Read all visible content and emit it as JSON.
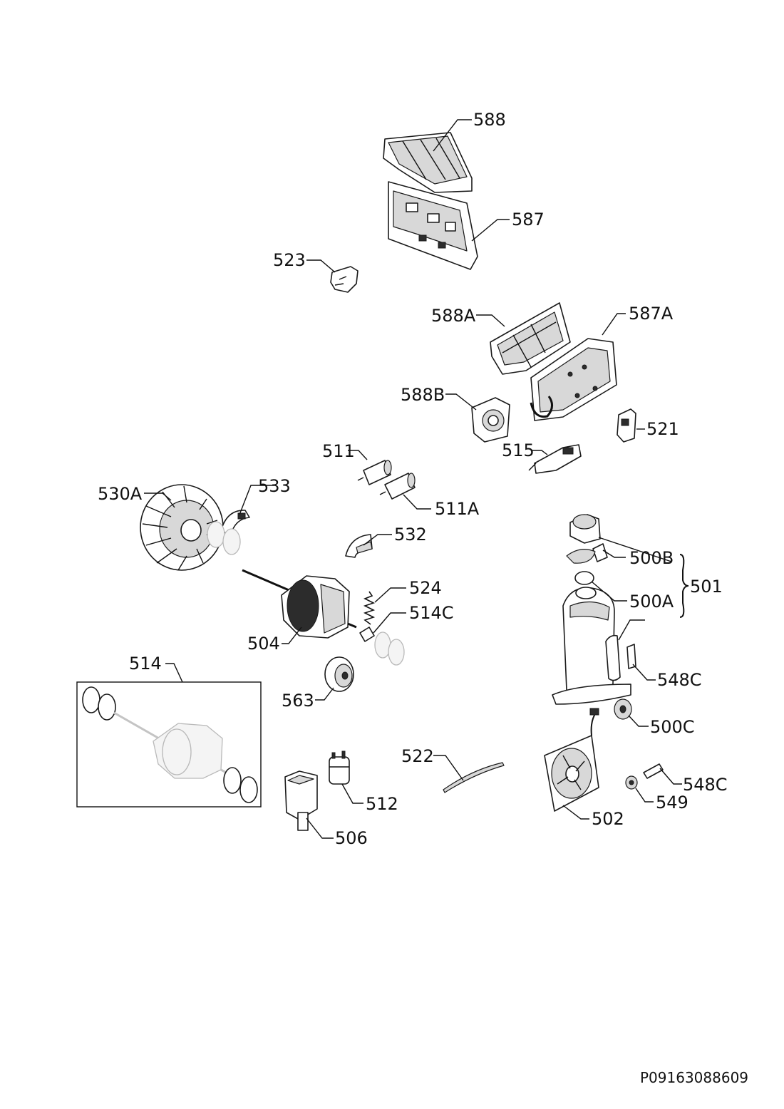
{
  "labels": {
    "l588": "588",
    "l587": "587",
    "l523": "523",
    "l588A": "588A",
    "l587A": "587A",
    "l588B": "588B",
    "l521": "521",
    "l511": "511",
    "l515": "515",
    "l530A": "530A",
    "l533": "533",
    "l511A": "511A",
    "l532": "532",
    "l524": "524",
    "l514C": "514C",
    "l504": "504",
    "l514": "514",
    "l563": "563",
    "l500B": "500B",
    "l501": "501",
    "l500A": "500A",
    "l548C_a": "548C",
    "l500C": "500C",
    "l522": "522",
    "l548C_b": "548C",
    "l549": "549",
    "l512": "512",
    "l502": "502",
    "l506": "506"
  },
  "document_code": "P09163088609"
}
